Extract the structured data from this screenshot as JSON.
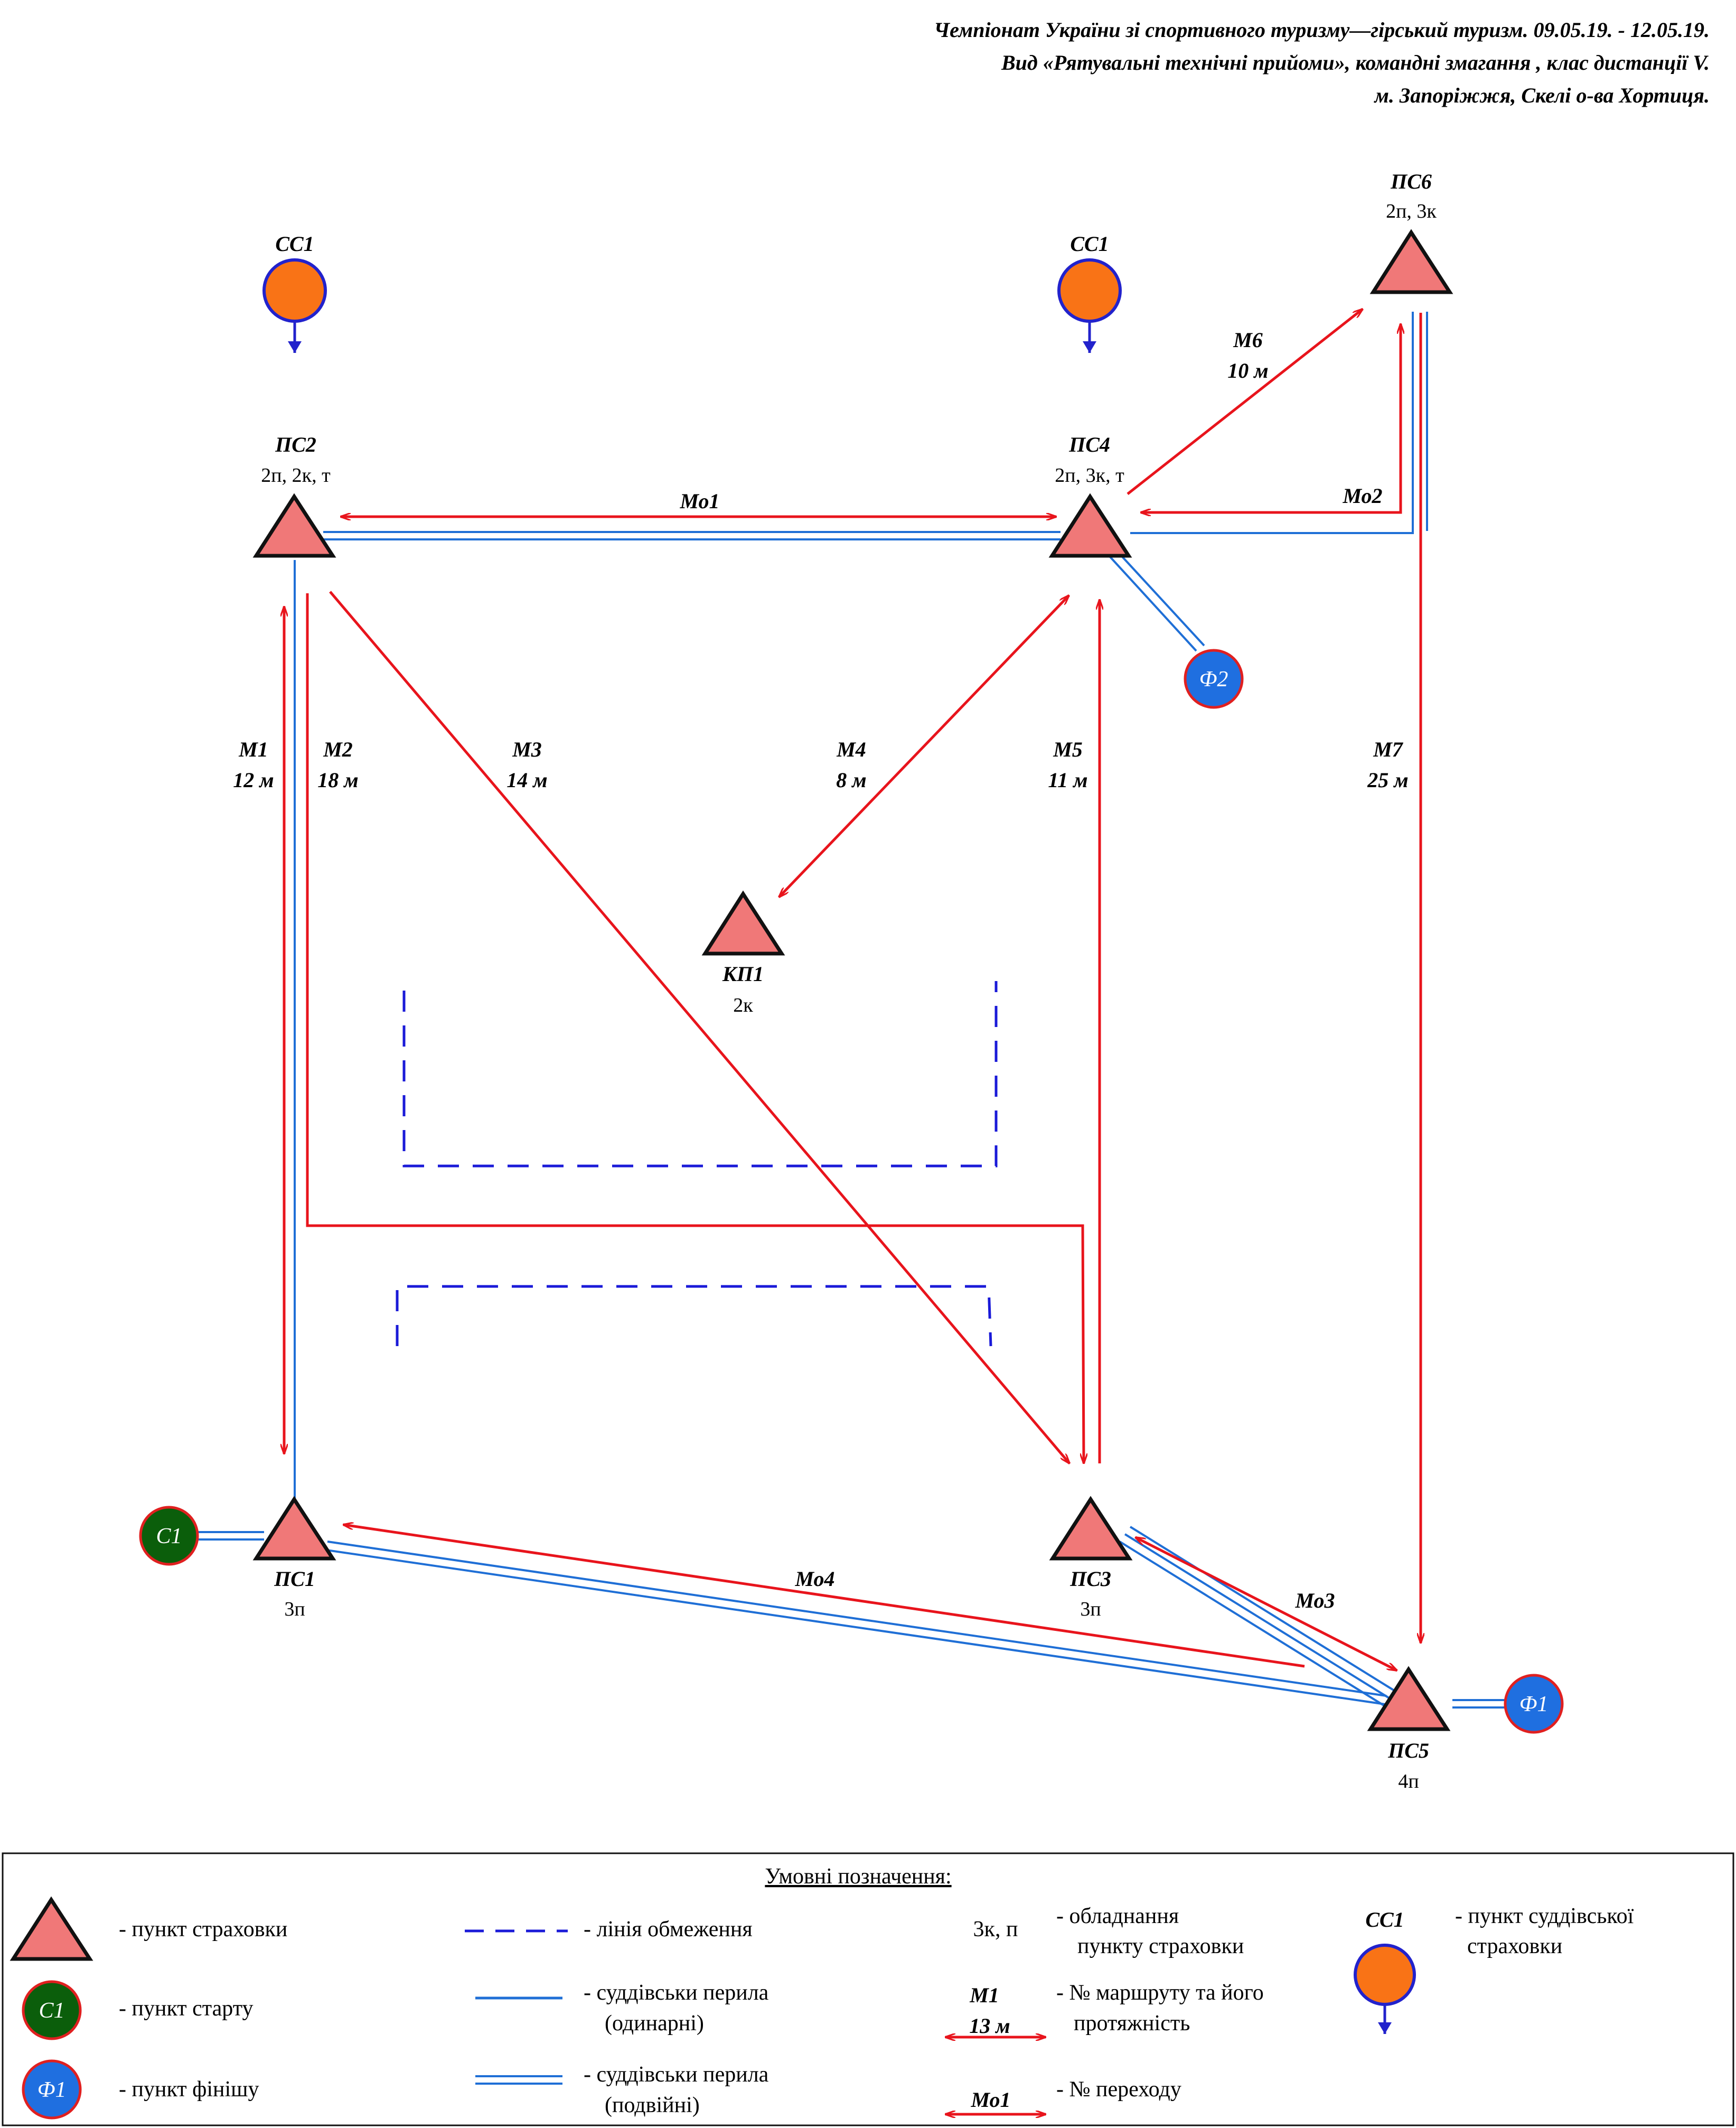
{
  "header": {
    "line1": "Чемпіонат України зі спортивного туризму—гірський туризм. 09.05.19. - 12.05.19.",
    "line2": "Вид «Рятувальні технічні прийоми», командні змагання , клас дистанції V.",
    "line3": "м. Запоріжжя, Скелі о-ва Хортиця."
  },
  "colors": {
    "triangle_fill": "#f07878",
    "route_red": "#e8141c",
    "rail_blue": "#1f6fd6",
    "restriction_blue": "#1a1ad8",
    "judge_orange": "#f97316",
    "judge_ring": "#2222cc",
    "start_green": "#0b5e0b",
    "finish_blue": "#1f6fe0",
    "circle_ring": "#e02020"
  },
  "points": {
    "ps1": {
      "name": "ПС1",
      "equip": "3п"
    },
    "ps2": {
      "name": "ПС2",
      "equip": "2п, 2к, т"
    },
    "ps3": {
      "name": "ПС3",
      "equip": "3п"
    },
    "ps4": {
      "name": "ПС4",
      "equip": "2п, 3к, т"
    },
    "ps5": {
      "name": "ПС5",
      "equip": "4п"
    },
    "ps6": {
      "name": "ПС6",
      "equip": "2п, 3к"
    },
    "kp1": {
      "name": "КП1",
      "equip": "2к"
    }
  },
  "judges": {
    "cc1_left": "СС1",
    "cc1_mid": "СС1"
  },
  "start": {
    "label": "С1"
  },
  "finish": {
    "f1": "Ф1",
    "f2": "Ф2"
  },
  "routes": {
    "m1": {
      "name": "М1",
      "len": "12 м"
    },
    "m2": {
      "name": "М2",
      "len": "18 м"
    },
    "m3": {
      "name": "М3",
      "len": "14 м"
    },
    "m4": {
      "name": "М4",
      "len": "8 м"
    },
    "m5": {
      "name": "М5",
      "len": "11 м"
    },
    "m6": {
      "name": "М6",
      "len": "10 м"
    },
    "m7": {
      "name": "М7",
      "len": "25 м"
    }
  },
  "transitions": {
    "mo1": "Мо1",
    "mo2": "Мо2",
    "mo3": "Мо3",
    "mo4": "Мо4"
  },
  "legend": {
    "title": "Умовні позначення:",
    "belay_point": "- пункт страховки",
    "start_point": "- пункт старту",
    "finish_point": "- пункт фінішу",
    "restriction_line": "- лінія обмеження",
    "single_rails_1": "- суддівськи перила",
    "single_rails_2": "(одинарні)",
    "double_rails_1": "- суддівськи перила",
    "double_rails_2": "(подвійні)",
    "equip_sample": "3к, п",
    "equip_desc_1": "- обладнання",
    "equip_desc_2": "пункту страховки",
    "route_sample_name": "М1",
    "route_sample_len": "13 м",
    "route_desc_1": "- № маршруту та його",
    "route_desc_2": "протяжність",
    "trans_sample": "Мо1",
    "trans_desc": "- № переходу",
    "judge_sample": "СС1",
    "judge_desc_1": "- пункт суддівської",
    "judge_desc_2": "страховки",
    "start_sample": "С1",
    "finish_sample": "Ф1"
  }
}
